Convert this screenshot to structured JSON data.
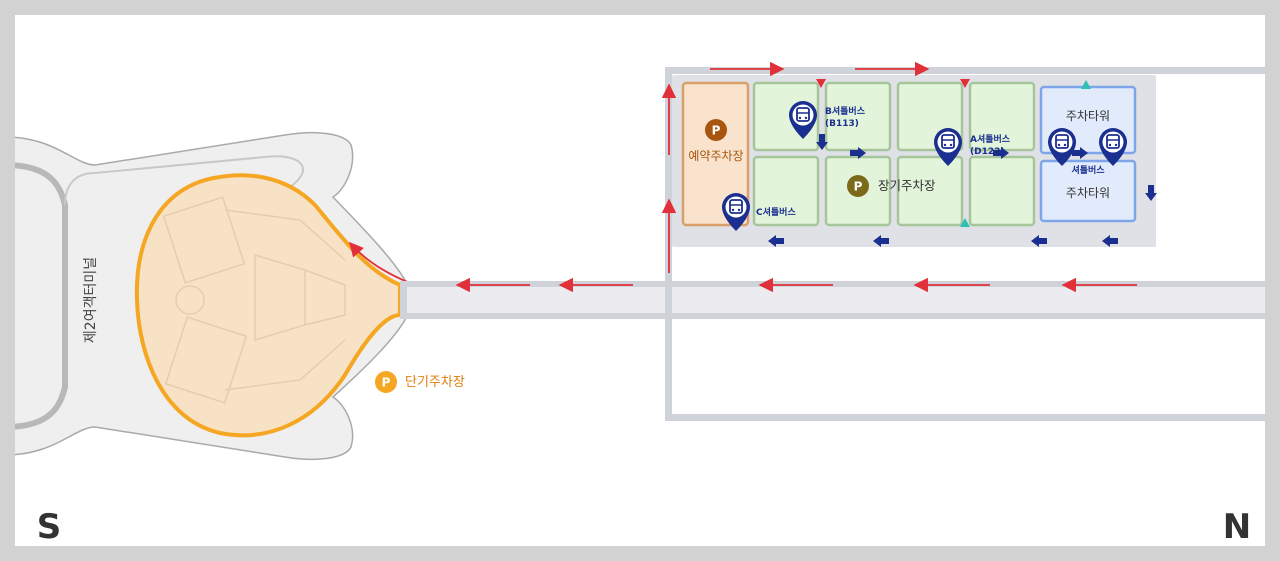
{
  "map": {
    "terminal_name": "제2여객터미널",
    "compass": {
      "south": "S",
      "north": "N"
    },
    "parking": {
      "short_term": {
        "label": "단기주차장",
        "color": "#f5a623"
      },
      "reserved": {
        "label": "예약주차장",
        "color": "#a8550f"
      },
      "long_term": {
        "label": "장기주차장",
        "color": "#7a6a1a"
      },
      "tower_north": {
        "label": "주차타워"
      },
      "tower_south": {
        "label": "주차타워"
      },
      "parking_symbol": "P"
    },
    "shuttle_stops": {
      "b": {
        "line1": "B셔틀버스",
        "line2": "(B113)"
      },
      "a": {
        "line1": "A셔틀버스",
        "line2": "(D122)"
      },
      "c": {
        "label": "C셔틀버스"
      },
      "tower": {
        "label": "셔틀버스"
      }
    },
    "colors": {
      "road": "#cfd2d9",
      "red_arrow": "#e0303a",
      "navy_arrow": "#1a2f8f",
      "zone_green": "#e2f4da",
      "zone_green_border": "#a7c59a",
      "zone_orange": "#f9e3cc",
      "zone_blue": "#e1ebfb",
      "zone_blue_border": "#7ea5e8",
      "terminal_gray": "#efefef",
      "terminal_outline": "#a9a9a9",
      "short_term_fill": "#f7e2c6",
      "pin_navy": "#1a2f8f"
    }
  }
}
